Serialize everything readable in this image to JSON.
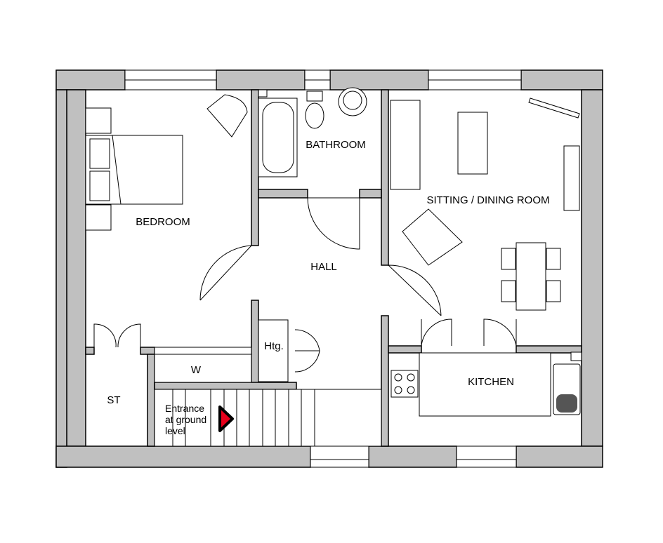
{
  "rooms": {
    "bedroom": "BEDROOM",
    "bathroom": "BATHROOM",
    "sitting_dining": "SITTING / DINING ROOM",
    "hall": "HALL",
    "kitchen": "KITCHEN",
    "store": "ST",
    "wardrobe": "W",
    "heating": "Htg."
  },
  "entrance": {
    "line1": "Entrance",
    "line2": "at ground",
    "line3": "level",
    "arrow_color": "#e8001c"
  },
  "colors": {
    "wall": "#c0c0c0",
    "line": "#000000"
  }
}
